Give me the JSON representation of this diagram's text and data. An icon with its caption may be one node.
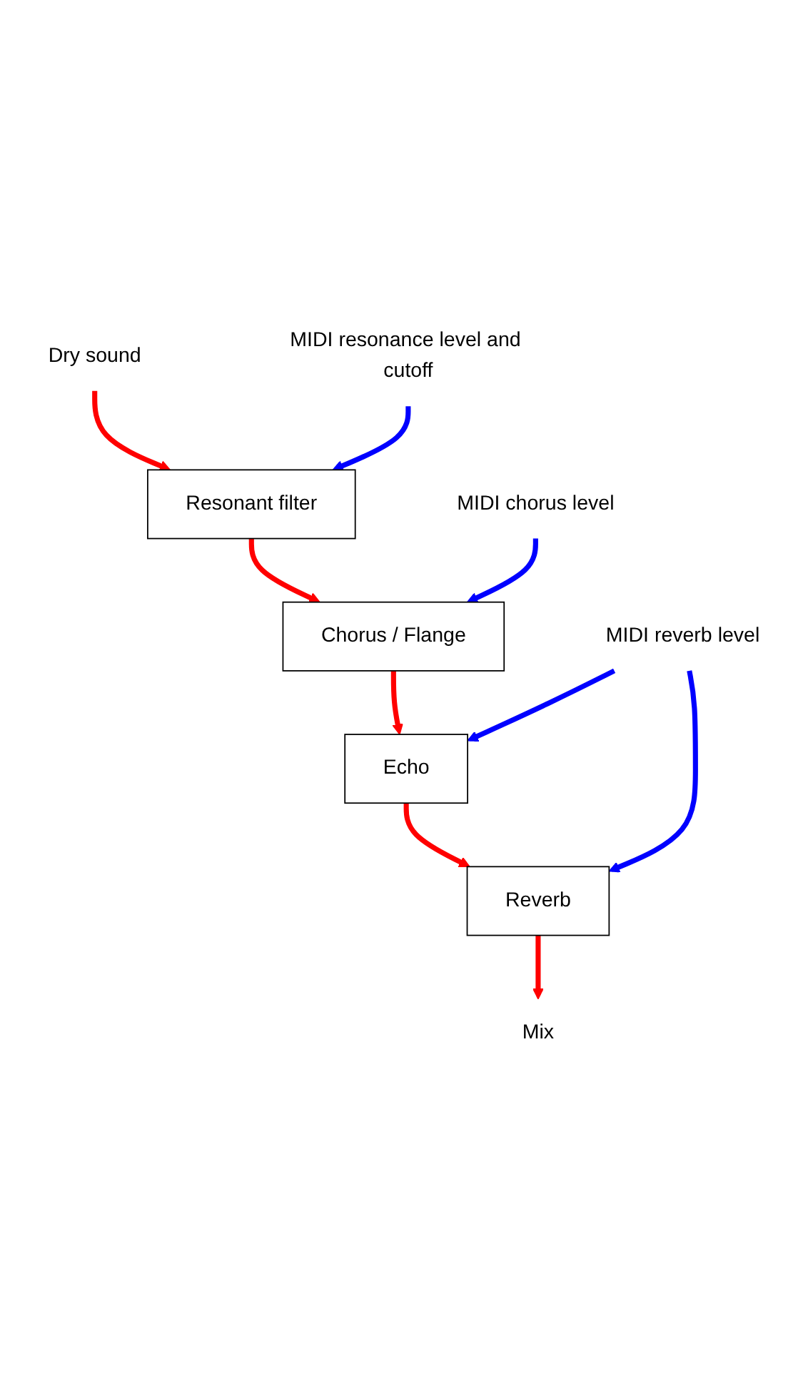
{
  "diagram": {
    "nodes": [
      {
        "text": [
          "Dry sound"
        ]
      },
      {
        "text": [
          "MIDI resonance level and cutoff"
        ]
      },
      {
        "text": [
          "Resonant filter"
        ]
      },
      {
        "text": [
          "MIDI chorus level"
        ]
      },
      {
        "text": [
          "Chorus / Flange"
        ]
      },
      {
        "text": [
          "Echo"
        ]
      },
      {
        "text": [
          "MIDI reverb level"
        ]
      },
      {
        "text": [
          "Reverb"
        ]
      },
      {
        "text": [
          "Mix"
        ]
      }
    ],
    "edges": [
      {
        "from": 0,
        "to": 2,
        "arrow": "to"
      },
      {
        "from": 1,
        "to": 2,
        "arrow": "to",
        "color": "#0000ff"
      },
      {
        "from": 2,
        "to": 4,
        "arrow": "to"
      },
      {
        "from": 3,
        "to": 4,
        "arrow": "to",
        "color": "#0000ff"
      },
      {
        "from": 4,
        "to": 5,
        "arrow": "to"
      },
      {
        "from": 6,
        "to": 5,
        "arrow": "to",
        "color": "#0000ff"
      },
      {
        "from": 5,
        "to": 7,
        "arrow": "to"
      },
      {
        "from": 6,
        "to": 7,
        "arrow": "to",
        "color": "#0000ff"
      },
      {
        "from": 7,
        "to": 8,
        "arrow": "to"
      }
    ]
  }
}
